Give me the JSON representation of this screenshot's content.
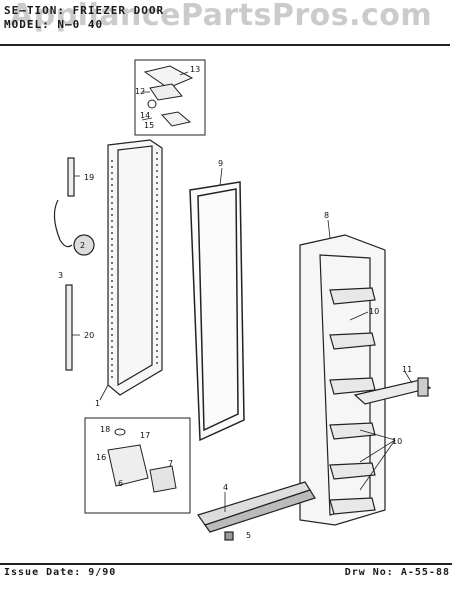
{
  "header": {
    "section_line": "SE—TION: FRIEZER DOOR",
    "model_line": "MODEL: N—0 40",
    "watermark_text": "AppliancePartsPros.com"
  },
  "callouts": {
    "p1": "1",
    "p2": "2",
    "p3": "3",
    "p4": "4",
    "p5": "5",
    "p6": "6",
    "p7": "7",
    "p8": "8",
    "p9": "9",
    "p10a": "10",
    "p10b": "10",
    "p11": "11",
    "p12": "12",
    "p13": "13",
    "p14": "14",
    "p15": "15",
    "p16": "16",
    "p17": "17",
    "p18": "18",
    "p19": "19",
    "p20": "20"
  },
  "footer": {
    "issue_date": "Issue Date: 9/90",
    "drawing_number": "Drw No: A-55-88"
  }
}
